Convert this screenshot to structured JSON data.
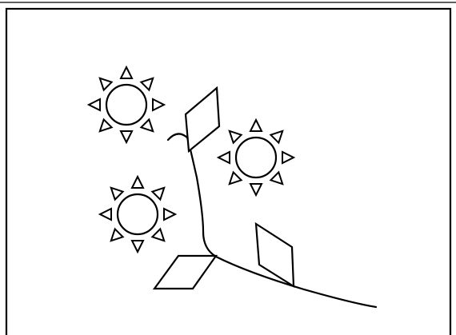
{
  "figure": {
    "stroke_color": "#000000",
    "background_color": "#ffffff",
    "icons": {
      "sun": "sun-icon",
      "panel": "solar-panel-icon",
      "line": "power-line"
    },
    "sun_count": 3,
    "panel_count": 3
  }
}
